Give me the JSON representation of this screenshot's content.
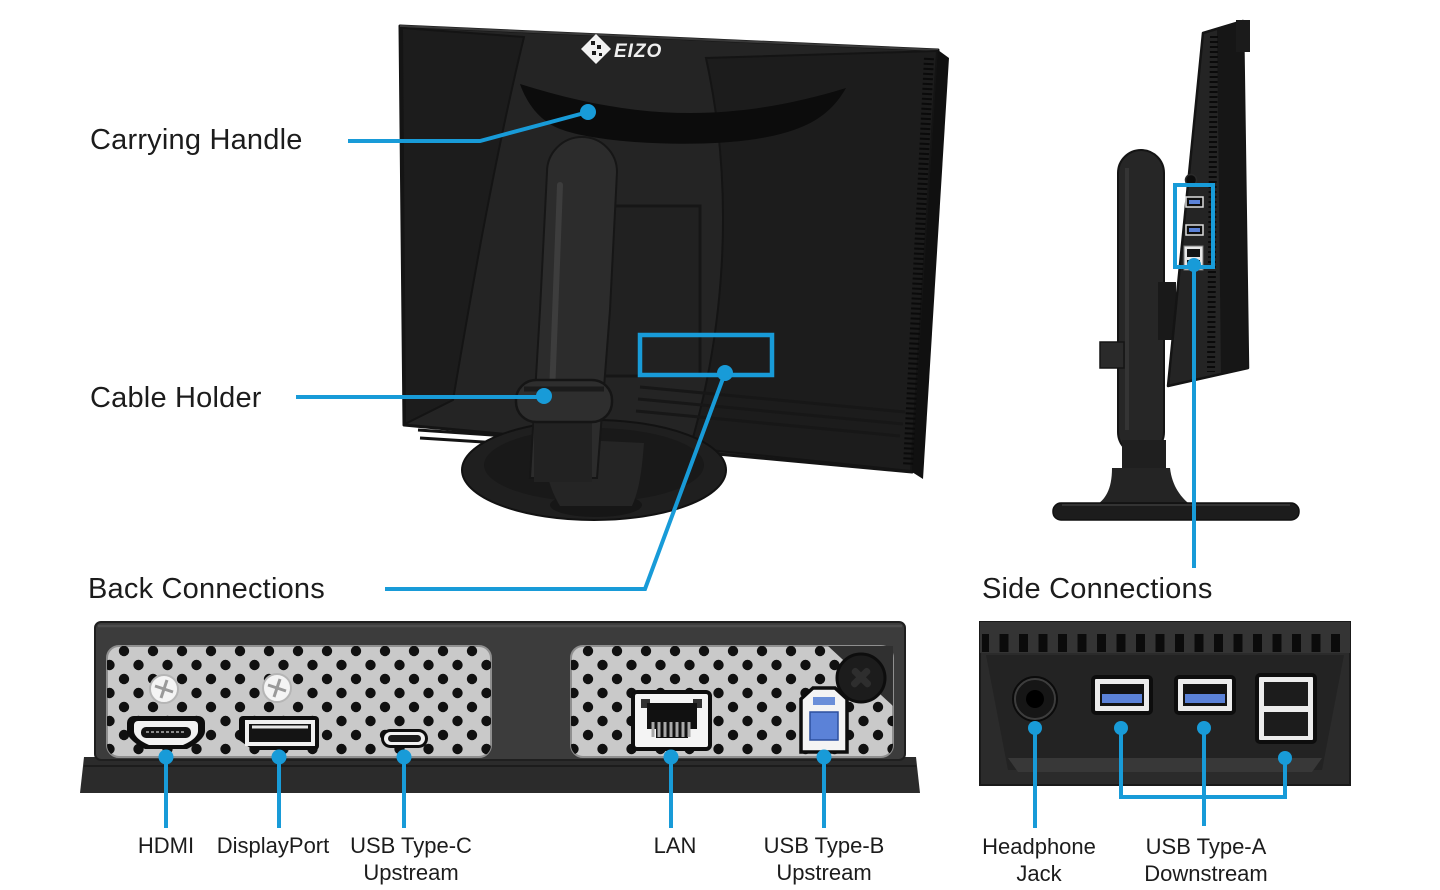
{
  "brand": {
    "logo": "EIZO"
  },
  "colors": {
    "accent_blue": "#189bd8",
    "usb_blue": "#5b82d8",
    "label_text": "#1c1c1c",
    "panel_gray": "#c9c9c9",
    "monitor_body": "#242424",
    "background": "#ffffff"
  },
  "callouts": {
    "carrying_handle": "Carrying Handle",
    "cable_holder": "Cable Holder",
    "back_connections": "Back Connections",
    "side_connections": "Side Connections"
  },
  "back_panel": {
    "ports": [
      {
        "name": "hdmi",
        "line1": "HDMI",
        "line2": ""
      },
      {
        "name": "displayport",
        "line1": "DisplayPort",
        "line2": ""
      },
      {
        "name": "usb_type_c",
        "line1": "USB Type-C",
        "line2": "Upstream"
      },
      {
        "name": "lan",
        "line1": "LAN",
        "line2": ""
      },
      {
        "name": "usb_type_b",
        "line1": "USB Type-B",
        "line2": "Upstream"
      }
    ]
  },
  "side_panel": {
    "ports": [
      {
        "name": "headphone_jack",
        "line1": "Headphone",
        "line2": "Jack"
      },
      {
        "name": "usb_type_a",
        "line1": "USB Type-A",
        "line2": "Downstream"
      }
    ]
  }
}
